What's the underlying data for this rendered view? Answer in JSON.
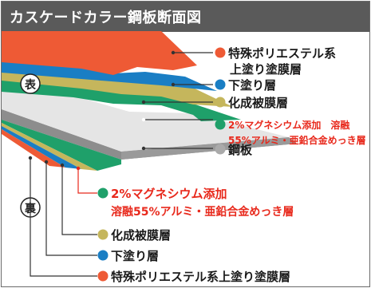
{
  "title": "カスケードカラー鋼板断面図",
  "side_front": "表",
  "side_back": "裏",
  "colors": {
    "red_orange": "#ee5a35",
    "blue": "#1a7ec4",
    "khaki": "#c5b65c",
    "green": "#1fa06a",
    "gray": "#aaaaaa",
    "red_text": "#e8291c"
  },
  "labels_top": [
    {
      "marker_color": "#ee5a35",
      "lines": [
        "特殊ポリエステル系",
        "上塗り塗膜層"
      ],
      "text_color": "#1a1a1a"
    },
    {
      "marker_color": "#1a7ec4",
      "lines": [
        "下塗り層"
      ],
      "text_color": "#1a1a1a"
    },
    {
      "marker_color": "#c5b65c",
      "lines": [
        "化成被膜層"
      ],
      "text_color": "#1a1a1a"
    },
    {
      "marker_color": "#1fa06a",
      "lines": [
        "2%マグネシウム添加　溶融",
        "55%アルミ・亜鉛合金めっき層"
      ],
      "text_color": "#e8291c"
    },
    {
      "marker_color": "#aaaaaa",
      "lines": [
        "鋼板"
      ],
      "text_color": "#1a1a1a"
    }
  ],
  "labels_bottom": [
    {
      "marker_color": "#1fa06a",
      "lines": [
        "2%マグネシウム添加",
        "溶融55%アルミ・亜鉛合金めっき層"
      ],
      "text_color": "#e8291c"
    },
    {
      "marker_color": "#c5b65c",
      "lines": [
        "化成被膜層"
      ],
      "text_color": "#1a1a1a"
    },
    {
      "marker_color": "#1a7ec4",
      "lines": [
        "下塗り層"
      ],
      "text_color": "#1a1a1a"
    },
    {
      "marker_color": "#ee5a35",
      "lines": [
        "特殊ポリエステル系上塗り塗膜層"
      ],
      "text_color": "#1a1a1a"
    }
  ]
}
